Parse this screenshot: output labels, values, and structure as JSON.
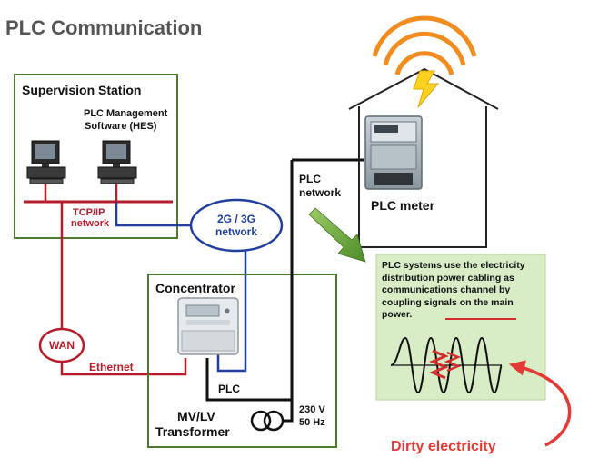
{
  "title": "PLC Communication",
  "supervision": {
    "title": "Supervision  Station",
    "software_line1": "PLC Management",
    "software_line2": "Software (HES)"
  },
  "tcpip": {
    "line1": "TCP/IP",
    "line2": "network"
  },
  "mobile": {
    "line1": "2G / 3G",
    "line2": "network"
  },
  "wan_label": "WAN",
  "ethernet_label": "Ethernet",
  "concentrator_label": "Concentrator",
  "plc_link_label": "PLC",
  "plc_network": {
    "line1": "PLC",
    "line2": "network"
  },
  "meter_label": "PLC meter",
  "transformer": {
    "line1": "MV/LV",
    "line2": "Transformer"
  },
  "voltage": {
    "line1": "230 V",
    "line2": "50 Hz"
  },
  "info_text": "PLC systems use the electricity distribution power cabling as communications channel by coupling signals on the main power.",
  "dirty_label": "Dirty electricity",
  "colors": {
    "box_green": "#4d7a2e",
    "wire_red": "#b71c2a",
    "wire_blue": "#1f3f9c",
    "info_bg": "#d8ecc6",
    "arrow_green": "#7cb342",
    "wave_red": "#d32f2f",
    "annotation_red": "#e53935",
    "signal_orange": "#f28c1e",
    "lightning_yellow": "#ffd21f"
  },
  "icons": [
    "computer-icon",
    "meter-icon",
    "concentrator-icon",
    "transformer-icon",
    "lightning-icon",
    "signal-arcs-icon"
  ]
}
